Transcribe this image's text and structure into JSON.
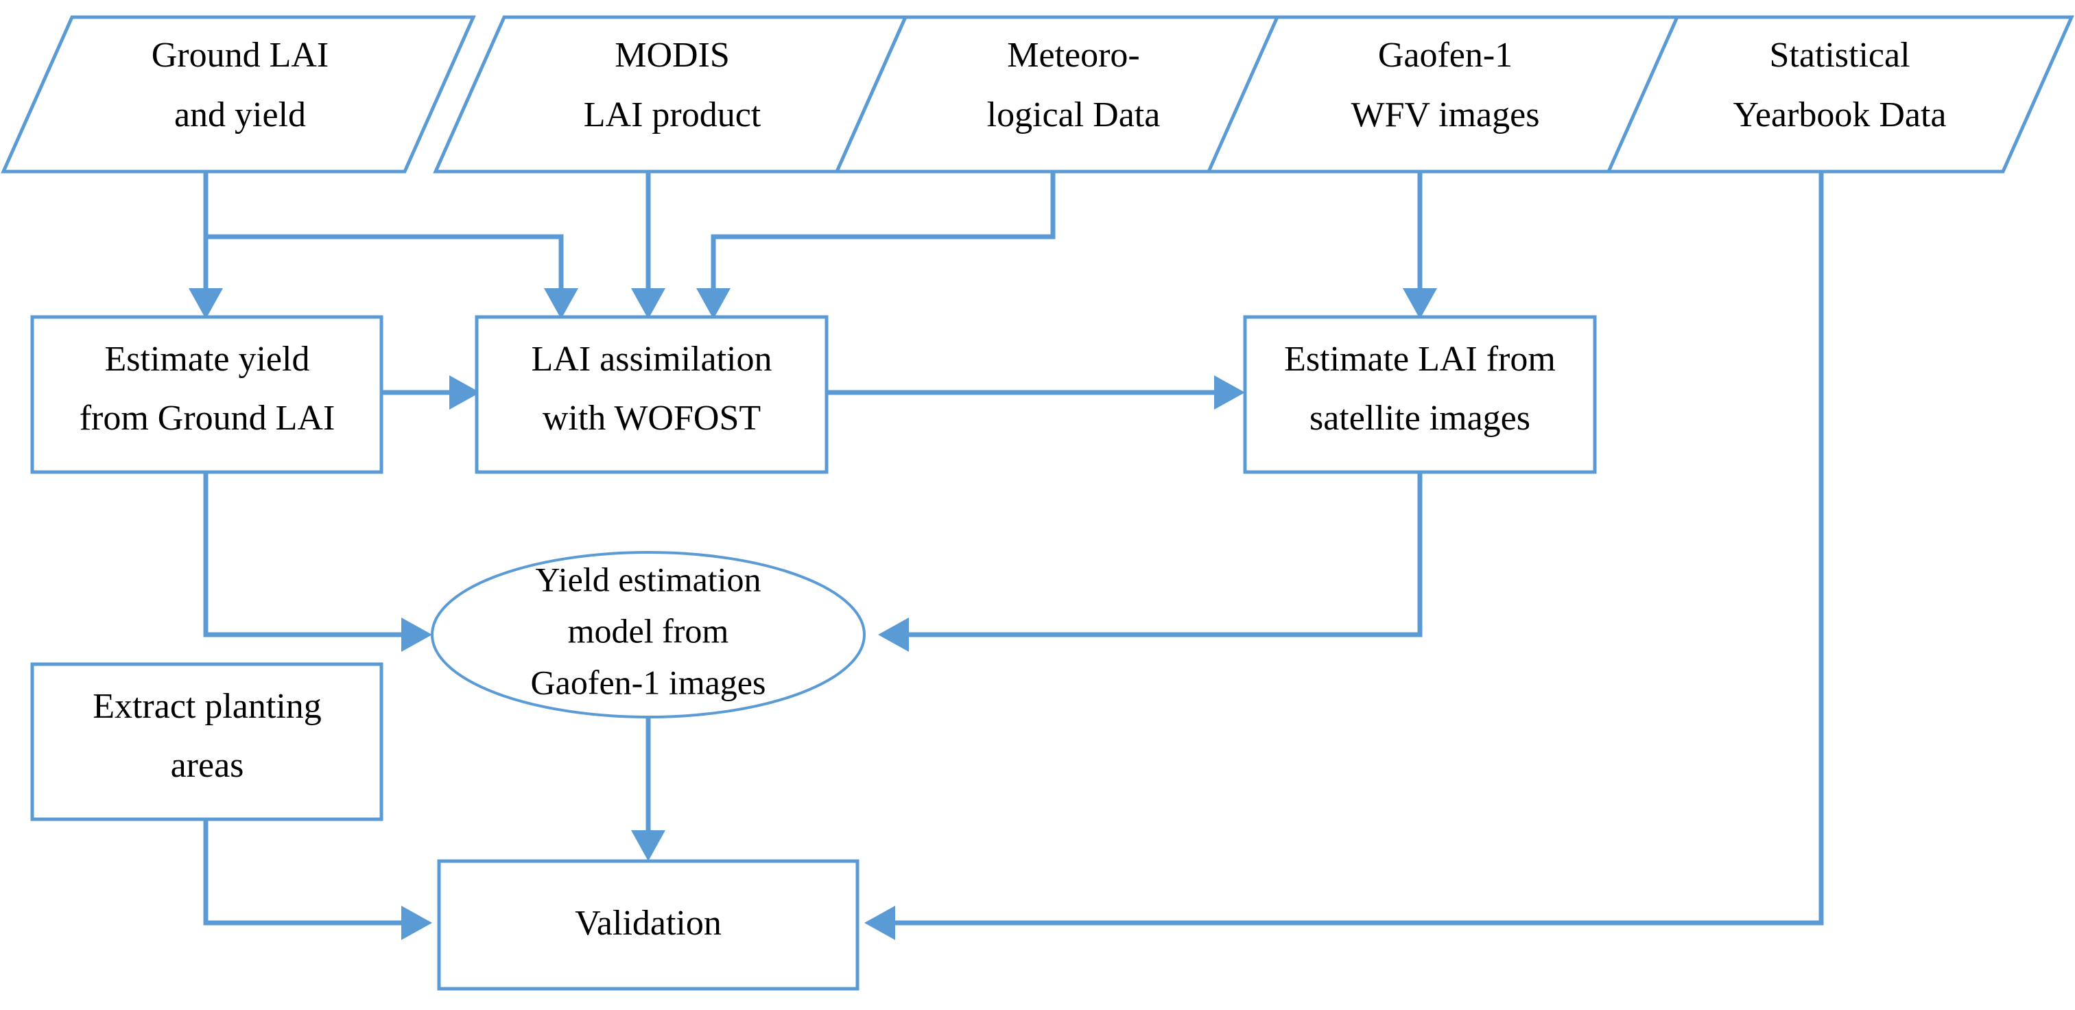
{
  "diagram": {
    "type": "flowchart",
    "title": "",
    "accent_color": "#5B9BD5",
    "text_color": "#000000",
    "background_color": "#ffffff",
    "inputs": [
      {
        "id": "ground-lai-and-yield",
        "shape": "parallelogram",
        "line1": "Ground LAI",
        "line2": "and yield"
      },
      {
        "id": "modis-lai-product",
        "shape": "parallelogram",
        "line1": "MODIS",
        "line2": "LAI product"
      },
      {
        "id": "meteorological-data",
        "shape": "parallelogram",
        "line1": "Meteoro-",
        "line2": "logical Data"
      },
      {
        "id": "gaofen-1-wfv-images",
        "shape": "parallelogram",
        "line1": "Gaofen-1",
        "line2": "WFV images"
      },
      {
        "id": "statistical-yearbook-data",
        "shape": "parallelogram",
        "line1": "Statistical",
        "line2": "Yearbook Data"
      }
    ],
    "processes": [
      {
        "id": "estimate-yield-from-ground-lai",
        "shape": "rectangle",
        "line1": "Estimate yield",
        "line2": "from Ground LAI"
      },
      {
        "id": "lai-assimilation-with-wofost",
        "shape": "rectangle",
        "line1": "LAI assimilation",
        "line2": "with WOFOST"
      },
      {
        "id": "estimate-lai-from-satellite-images",
        "shape": "rectangle",
        "line1": "Estimate LAI from",
        "line2": "satellite images"
      },
      {
        "id": "extract-planting-areas",
        "shape": "rectangle",
        "line1": "Extract planting",
        "line2": "areas"
      },
      {
        "id": "validation",
        "shape": "rectangle",
        "line1": "Validation",
        "line2": ""
      }
    ],
    "model": {
      "id": "yield-estimation-model-from-gaofen-1-images",
      "shape": "ellipse",
      "line1": "Yield estimation",
      "line2": "model from",
      "line3": "Gaofen-1 images"
    },
    "edges": [
      {
        "from": "ground-lai-and-yield",
        "to": "estimate-yield-from-ground-lai"
      },
      {
        "from": "ground-lai-and-yield",
        "to": "lai-assimilation-with-wofost"
      },
      {
        "from": "modis-lai-product",
        "to": "lai-assimilation-with-wofost"
      },
      {
        "from": "meteorological-data",
        "to": "lai-assimilation-with-wofost"
      },
      {
        "from": "gaofen-1-wfv-images",
        "to": "estimate-lai-from-satellite-images"
      },
      {
        "from": "estimate-yield-from-ground-lai",
        "to": "lai-assimilation-with-wofost"
      },
      {
        "from": "lai-assimilation-with-wofost",
        "to": "estimate-lai-from-satellite-images"
      },
      {
        "from": "estimate-yield-from-ground-lai",
        "to": "yield-estimation-model-from-gaofen-1-images"
      },
      {
        "from": "estimate-lai-from-satellite-images",
        "to": "yield-estimation-model-from-gaofen-1-images"
      },
      {
        "from": "yield-estimation-model-from-gaofen-1-images",
        "to": "validation"
      },
      {
        "from": "extract-planting-areas",
        "to": "validation"
      },
      {
        "from": "statistical-yearbook-data",
        "to": "validation"
      }
    ]
  }
}
